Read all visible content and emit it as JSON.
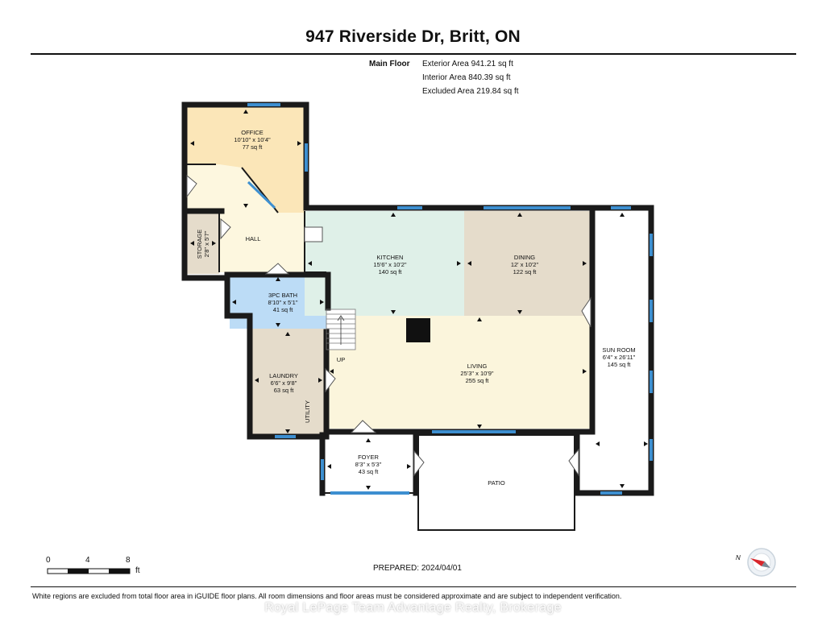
{
  "header": {
    "title": "947 Riverside Dr, Britt, ON",
    "floor_label": "Main Floor",
    "exterior_area": "Exterior Area 941.21 sq ft",
    "interior_area": "Interior Area 840.39 sq ft",
    "excluded_area": "Excluded Area 219.84 sq ft"
  },
  "rooms": {
    "office": {
      "name": "OFFICE",
      "dims": "10'10\" x 10'4\"",
      "area": "77 sq ft"
    },
    "hall": {
      "name": "HALL"
    },
    "storage": {
      "name": "STORAGE",
      "dims": "2'8\" x 5'7\""
    },
    "bath": {
      "name": "3PC BATH",
      "dims": "8'10\" x 5'1\"",
      "area": "41 sq ft"
    },
    "kitchen": {
      "name": "KITCHEN",
      "dims": "15'6\" x 10'2\"",
      "area": "140 sq ft"
    },
    "dining": {
      "name": "DINING",
      "dims": "12' x 10'2\"",
      "area": "122 sq ft"
    },
    "living": {
      "name": "LIVING",
      "dims": "25'3\" x 10'9\"",
      "area": "255 sq ft"
    },
    "laundry": {
      "name": "LAUNDRY",
      "dims": "6'6\" x 9'8\"",
      "area": "63 sq ft"
    },
    "utility": {
      "name": "UTILITY"
    },
    "sunroom": {
      "name": "SUN ROOM",
      "dims": "6'4\" x 26'11\"",
      "area": "145 sq ft"
    },
    "foyer": {
      "name": "FOYER",
      "dims": "8'3\" x 5'3\"",
      "area": "43 sq ft"
    },
    "patio": {
      "name": "PATIO"
    },
    "stairs": {
      "label": "UP"
    }
  },
  "scale": {
    "ticks": [
      "0",
      "4",
      "8"
    ],
    "unit": "ft"
  },
  "compass": {
    "label": "N"
  },
  "prepared": "PREPARED: 2024/04/01",
  "disclaimer": "White regions are excluded from total floor area in iGUIDE floor plans. All room dimensions and floor areas must be considered approximate and are subject to independent verification.",
  "watermark": "Royal LePage  Team Advantage Realty, Brokerage",
  "colors": {
    "wall": "#1a1a1a",
    "window": "#3d8fd0",
    "office": "#fbe6b8",
    "hall": "#fdf7df",
    "bath": "#bcdcf6",
    "kitchen": "#dff0e8",
    "dining": "#e5dccb",
    "living": "#fbf5dc",
    "laundry": "#e5dccb",
    "white_area": "#ffffff"
  }
}
